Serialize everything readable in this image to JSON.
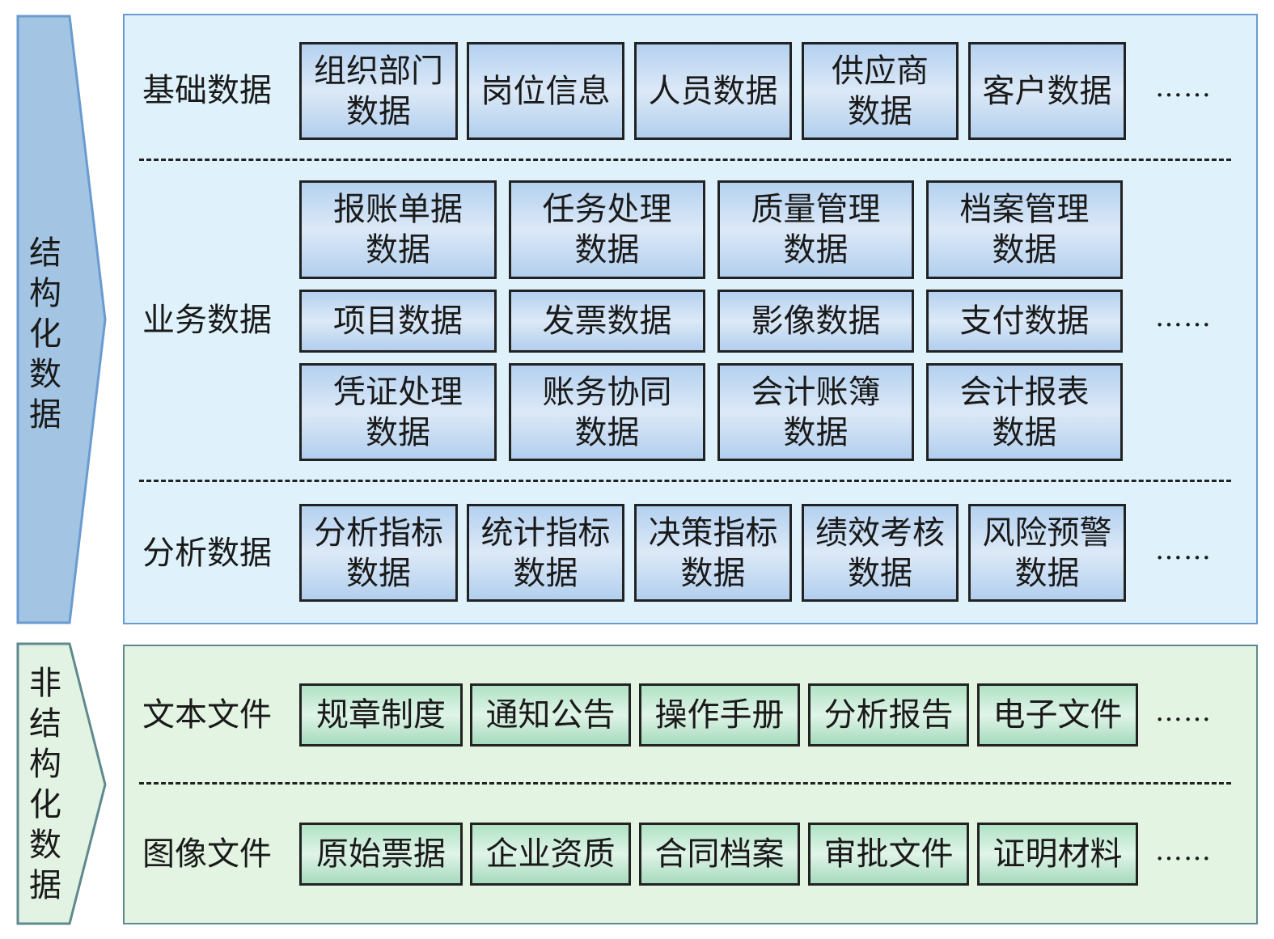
{
  "structured": {
    "title": "结构化数据",
    "basic": {
      "label": "基础数据",
      "items": [
        "组织部门\n数据",
        "岗位信息",
        "人员数据",
        "供应商\n数据",
        "客户数据"
      ],
      "more": "……"
    },
    "business": {
      "label": "业务数据",
      "rows": [
        [
          "报账单据\n数据",
          "任务处理\n数据",
          "质量管理\n数据",
          "档案管理\n数据"
        ],
        [
          "项目数据",
          "发票数据",
          "影像数据",
          "支付数据"
        ],
        [
          "凭证处理\n数据",
          "账务协同\n数据",
          "会计账簿\n数据",
          "会计报表\n数据"
        ]
      ],
      "more": "……"
    },
    "analysis": {
      "label": "分析数据",
      "items": [
        "分析指标\n数据",
        "统计指标\n数据",
        "决策指标\n数据",
        "绩效考核\n数据",
        "风险预警\n数据"
      ],
      "more": "……"
    }
  },
  "unstructured": {
    "title": "非结构化数据",
    "text_files": {
      "label": "文本文件",
      "items": [
        "规章制度",
        "通知公告",
        "操作手册",
        "分析报告",
        "电子文件"
      ],
      "more": "……"
    },
    "image_files": {
      "label": "图像文件",
      "items": [
        "原始票据",
        "企业资质",
        "合同档案",
        "审批文件",
        "证明材料"
      ],
      "more": "……"
    }
  },
  "colors": {
    "structured_fill": "#dff2fc",
    "unstructured_fill": "#e3f4e3",
    "arrow_blue": "#a3c4e2",
    "arrow_green": "#e3f3e3"
  }
}
